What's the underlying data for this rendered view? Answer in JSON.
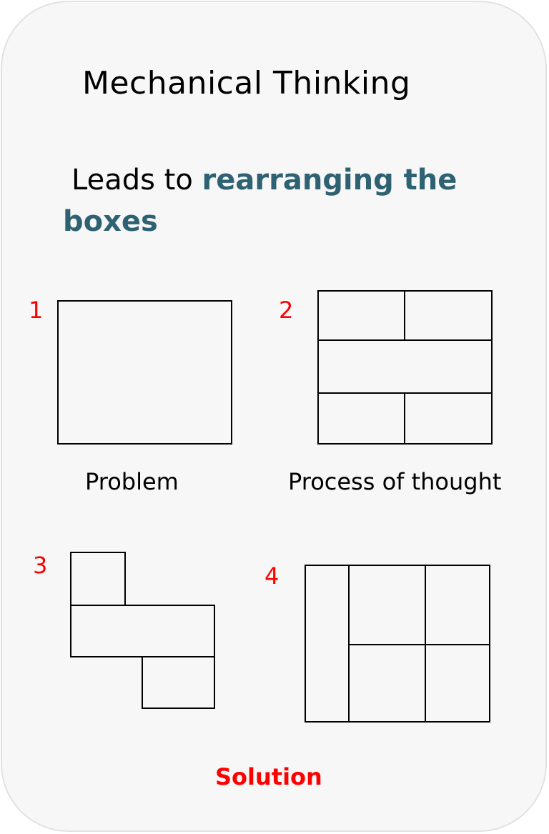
{
  "title": "Mechanical Thinking",
  "subtitle": {
    "lead": "Leads to ",
    "emphasis": "rearranging the boxes"
  },
  "panels": [
    {
      "number": "1",
      "caption": "Problem"
    },
    {
      "number": "2",
      "caption": "Process of thought"
    },
    {
      "number": "3",
      "caption": ""
    },
    {
      "number": "4",
      "caption": ""
    }
  ],
  "footer": "Solution",
  "colors": {
    "card_background": "#f7f7f7",
    "accent_teal": "#2e6272",
    "number_red": "#ff0000",
    "line": "#000000"
  }
}
